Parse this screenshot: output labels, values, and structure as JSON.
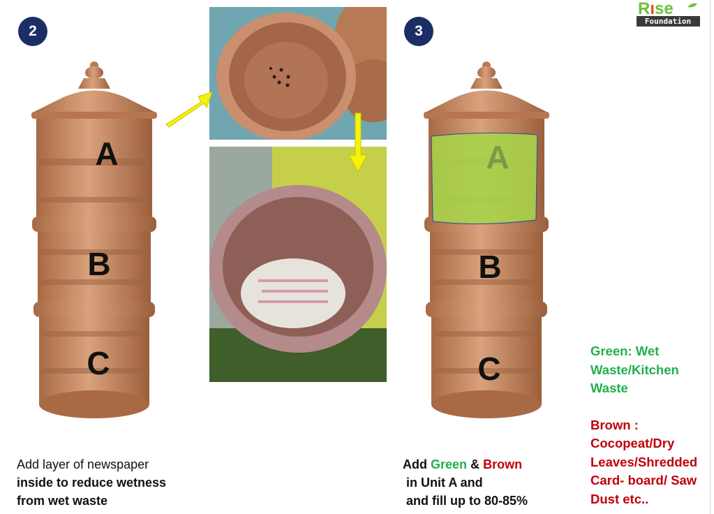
{
  "logo": {
    "brand": "Rise",
    "sub": "Foundation"
  },
  "step2": {
    "badge": "2",
    "pot_labels": [
      "A",
      "B",
      "C"
    ],
    "caption": [
      "Add layer of newspaper",
      "inside to reduce wetness",
      "from wet waste"
    ]
  },
  "step3": {
    "badge": "3",
    "pot_labels": [
      "A",
      "B",
      "C"
    ],
    "caption": {
      "add": "Add",
      "green": "Green",
      "amp": "&",
      "brown": "Brown",
      "line2": "in Unit A and",
      "line3": "and fill up to 80-85%"
    }
  },
  "legend": {
    "green": [
      "Green: Wet",
      "Waste/Kitchen",
      "Waste"
    ],
    "brown": [
      "Brown :",
      "Cocopeat/Dry",
      "Leaves/Shredded",
      "Card- board/ Saw",
      "Dust etc.."
    ]
  },
  "colors": {
    "badge": "#1b2f66",
    "green_text": "#22b04b",
    "brown_text": "#c0000a",
    "terracotta": "#c98a62",
    "highlight": "#a9d54a",
    "arrow": "#f5f20a"
  }
}
